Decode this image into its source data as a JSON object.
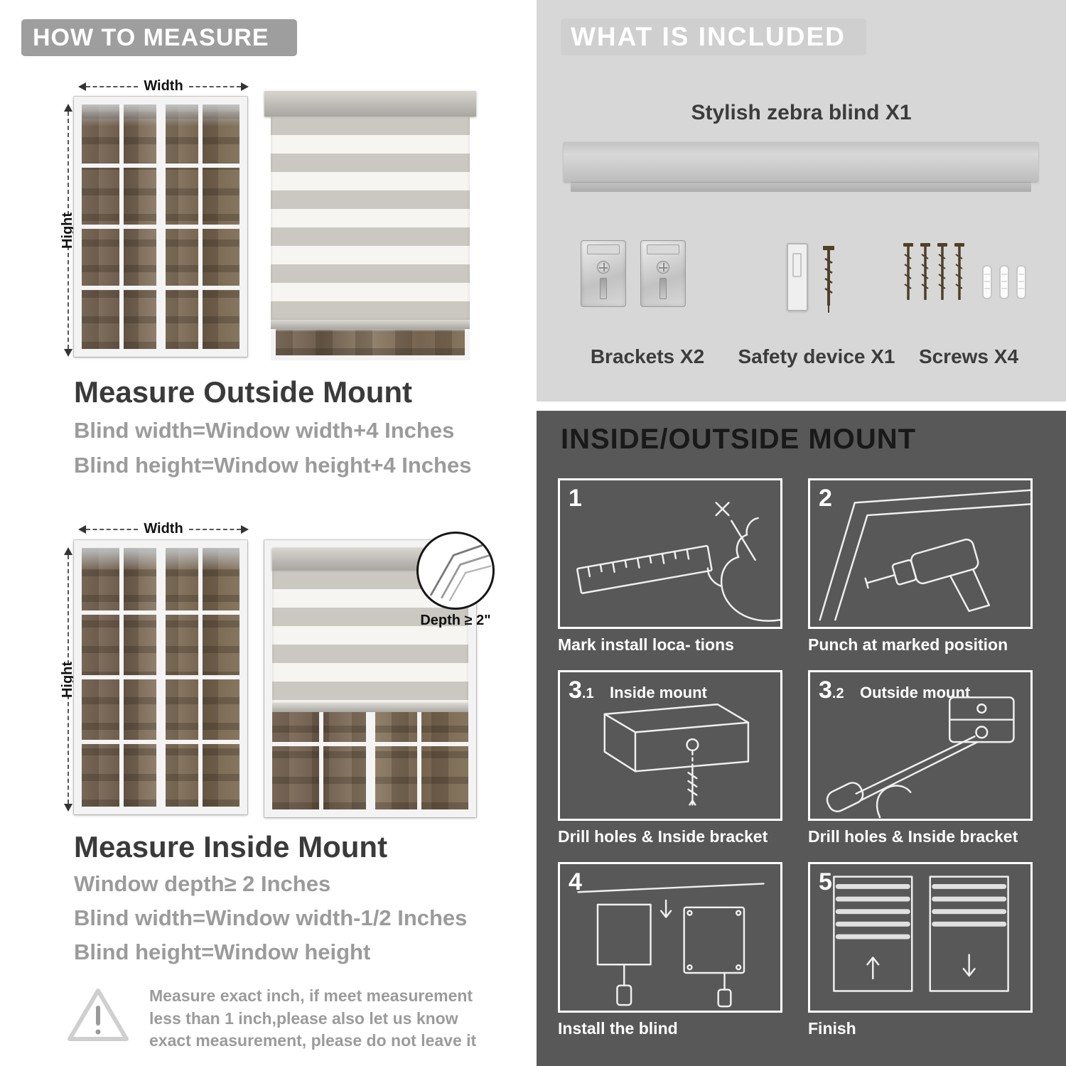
{
  "colors": {
    "header_pill": "#9e9e9e",
    "light_panel": "#d7d7d7",
    "dark_panel": "#585858",
    "text_gray": "#9b9b9b",
    "text_dark": "#3a3a3a"
  },
  "left": {
    "header": "HOW TO MEASURE",
    "outside": {
      "width_label": "Width",
      "height_label": "Hight",
      "title": "Measure Outside Mount",
      "line1": "Blind width=Window width+4 Inches",
      "line2": "Blind height=Window height+4 Inches"
    },
    "inside": {
      "width_label": "Width",
      "height_label": "Hight",
      "depth_label": "Depth ≥ 2\"",
      "title": "Measure Inside Mount",
      "line1": "Window depth≥ 2 Inches",
      "line2": "Blind width=Window width-1/2 Inches",
      "line3": "Blind height=Window height"
    },
    "note": "Measure exact inch, if meet measurement less than 1 inch,please also let us know exact measurement, please do not leave it"
  },
  "right": {
    "included": {
      "header": "WHAT IS INCLUDED",
      "blind_label": "Stylish zebra blind X1",
      "items": [
        {
          "label": "Brackets X2"
        },
        {
          "label": "Safety device X1"
        },
        {
          "label": "Screws X4"
        }
      ]
    },
    "mount": {
      "header": "INSIDE/OUTSIDE MOUNT",
      "steps": [
        {
          "num": "1",
          "numsub": "",
          "sub": "",
          "caption": "Mark install loca- tions"
        },
        {
          "num": "2",
          "numsub": "",
          "sub": "",
          "caption": "Punch at  marked position"
        },
        {
          "num": "3",
          "numsub": ".1",
          "sub": "Inside mount",
          "caption": "Drill holes &  Inside bracket"
        },
        {
          "num": "3",
          "numsub": ".2",
          "sub": "Outside mount",
          "caption": "Drill holes &  Inside bracket"
        },
        {
          "num": "4",
          "numsub": "",
          "sub": "",
          "caption": "Install the blind"
        },
        {
          "num": "5",
          "numsub": "",
          "sub": "",
          "caption": "Finish"
        }
      ]
    }
  }
}
